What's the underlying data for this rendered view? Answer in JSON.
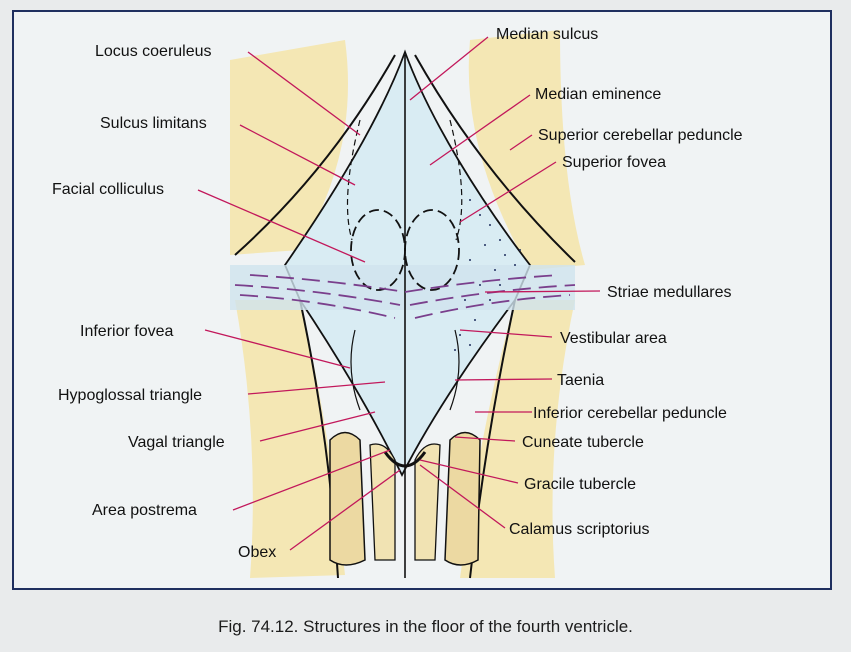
{
  "labels": {
    "median_sulcus": "Median sulcus",
    "locus_coeruleus": "Locus coeruleus",
    "median_eminence": "Median eminence",
    "sulcus_limitans": "Sulcus limitans",
    "superior_cerebellar_peduncle": "Superior cerebellar peduncle",
    "superior_fovea": "Superior fovea",
    "facial_colliculus": "Facial colliculus",
    "striae_medullares": "Striae medullares",
    "inferior_fovea": "Inferior fovea",
    "vestibular_area": "Vestibular area",
    "hypoglossal_triangle": "Hypoglossal triangle",
    "taenia": "Taenia",
    "inferior_cerebellar_peduncle": "Inferior cerebellar peduncle",
    "vagal_triangle": "Vagal triangle",
    "cuneate_tubercle": "Cuneate tubercle",
    "gracile_tubercle": "Gracile tubercle",
    "area_postrema": "Area postrema",
    "calamus_scriptorius": "Calamus scriptorius",
    "obex": "Obex"
  },
  "caption": "Fig. 74.12. Structures in the floor of the fourth ventricle.",
  "colors": {
    "peduncle_fill": "#f4e7b4",
    "ventricle_fill": "#d9ecf3",
    "leader_line": "#c2185b",
    "striae": "#7a3f8c",
    "frame": "#1f2f5f"
  }
}
